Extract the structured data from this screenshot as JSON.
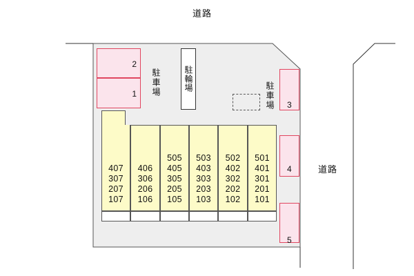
{
  "road_top_label": "道路",
  "road_right_label": "道路",
  "parking_left_label": "駐車場",
  "parking_right_label": "駐車場",
  "bicycle_parking_label": "駐輪場",
  "parking_spots": [
    {
      "number": "2"
    },
    {
      "number": "1"
    },
    {
      "number": "3"
    },
    {
      "number": "4"
    },
    {
      "number": "5"
    }
  ],
  "building_columns": [
    {
      "rooms": [
        "407",
        "307",
        "207",
        "107"
      ]
    },
    {
      "rooms": [
        "406",
        "306",
        "206",
        "106"
      ]
    },
    {
      "rooms": [
        "505",
        "405",
        "305",
        "205",
        "105"
      ]
    },
    {
      "rooms": [
        "503",
        "403",
        "303",
        "203",
        "103"
      ]
    },
    {
      "rooms": [
        "502",
        "402",
        "302",
        "202",
        "102"
      ]
    },
    {
      "rooms": [
        "501",
        "401",
        "301",
        "201",
        "101"
      ]
    }
  ],
  "colors": {
    "lot": "#eeeeee",
    "parking_fill": "#fbe4ec",
    "parking_border": "#e0455f",
    "building_fill": "#fdfbc8"
  }
}
